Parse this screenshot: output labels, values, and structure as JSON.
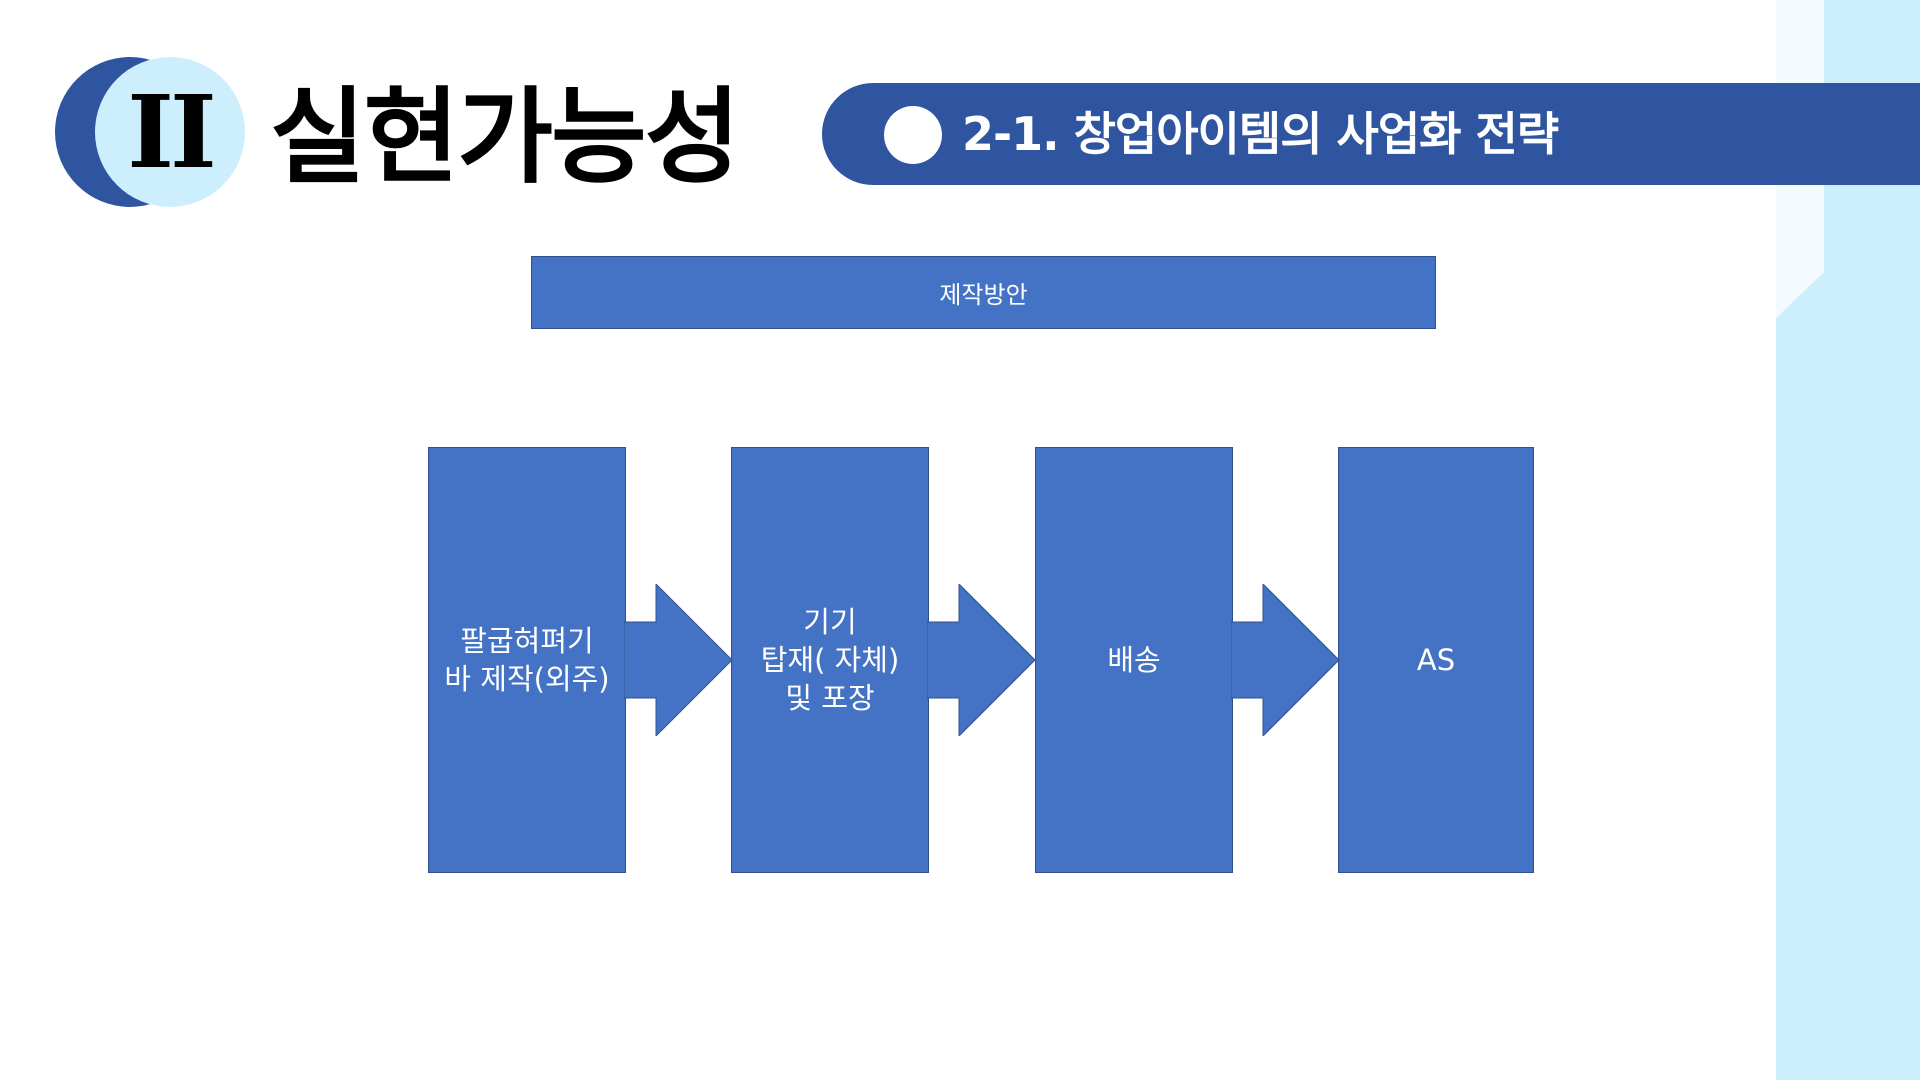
{
  "header": {
    "section_number": "II",
    "title": "실현가능성",
    "subtitle": "2-1. 창업아이템의 사업화 전략"
  },
  "diagram": {
    "top_box": "제작방안",
    "steps": [
      {
        "label": "팔굽혀펴기\n바 제작(외주)"
      },
      {
        "label": "기기\n탑재( 자체)\n및 포장"
      },
      {
        "label": "배송"
      },
      {
        "label": "AS"
      }
    ]
  },
  "colors": {
    "navy": "#2f55a0",
    "box_fill": "#4472c4",
    "box_border": "#2f528f",
    "light_cyan": "#cdeefc"
  }
}
